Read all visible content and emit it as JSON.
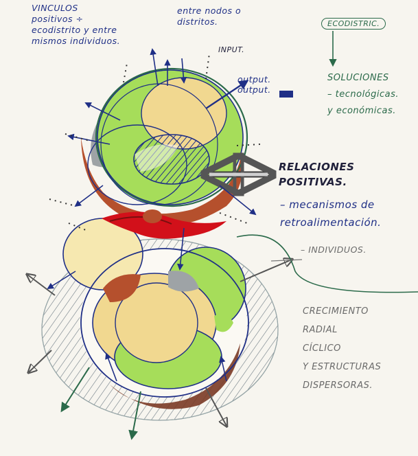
{
  "annotations": {
    "vinculos": "VINCULOS\npositivos ÷\necodistrito y entre\nmismos individuos.",
    "entre_nodos": "entre nodos o\ndistritos.",
    "input": "INPUT.",
    "output": "output.\noutput.",
    "ecodistrito": "ECODISTRIC.",
    "soluciones": "SOLUCIONES\n– tecnológicas.\ny económicas.",
    "relaciones": "RELACIONES\nPOSITIVAS.",
    "mecanismos": "– mecanismos de\nretroalimentación.",
    "individuos": "– INDIVIDUOS.",
    "crecimiento": "CRECIMIENTO\nRADIAL\nCÍCLICO\nY ESTRUCTURAS\nDISPERSORAS."
  },
  "colors": {
    "blue_ink": "#1f2f86",
    "green_ink": "#2b6a4a",
    "light_green": "#a6dd5a",
    "yellow": "#f1d890",
    "terracotta": "#b5502d",
    "red": "#d2101a",
    "grey": "#9ea3a6"
  },
  "icons": [
    "arrow-out-icon",
    "double-arrow-icon",
    "hatched-halo"
  ]
}
